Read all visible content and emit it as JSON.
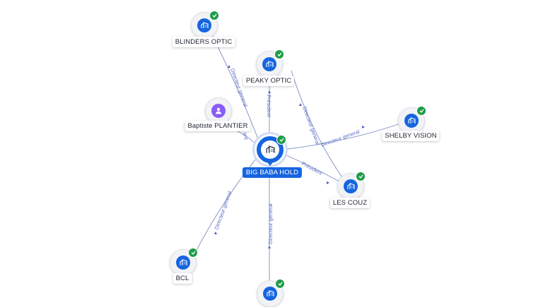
{
  "colors": {
    "accent": "#1565e0",
    "person": "#8a5cf5",
    "verified": "#1f9d4a",
    "edge": "#7a8fd0"
  },
  "center": {
    "label": "BIG BABA HOLD",
    "icon": "building-icon",
    "badge": "check-icon"
  },
  "nodes": [
    {
      "id": "blinders",
      "label": "BLINDERS OPTIC",
      "icon": "building-icon"
    },
    {
      "id": "peaky",
      "label": "PEAKY OPTIC",
      "icon": "building-icon"
    },
    {
      "id": "baptiste",
      "label": "Baptiste PLANTIER",
      "icon": "person-icon"
    },
    {
      "id": "shelby",
      "label": "SHELBY VISION",
      "icon": "building-icon"
    },
    {
      "id": "lescouz",
      "label": "LES COUZ",
      "icon": "building-icon"
    },
    {
      "id": "bcl",
      "label": "BCL",
      "icon": "building-icon"
    },
    {
      "id": "bottom",
      "label": "",
      "icon": "building-icon"
    }
  ],
  "edges": {
    "blinders": "Directeur general",
    "peaky": "Président",
    "baptiste": "ant",
    "shelby": "Directeur general",
    "lescouz_from_center": "Président",
    "lescouz_from_peaky": "Directeur general",
    "bcl": "Directeur general",
    "bottom": "Directeur general"
  }
}
